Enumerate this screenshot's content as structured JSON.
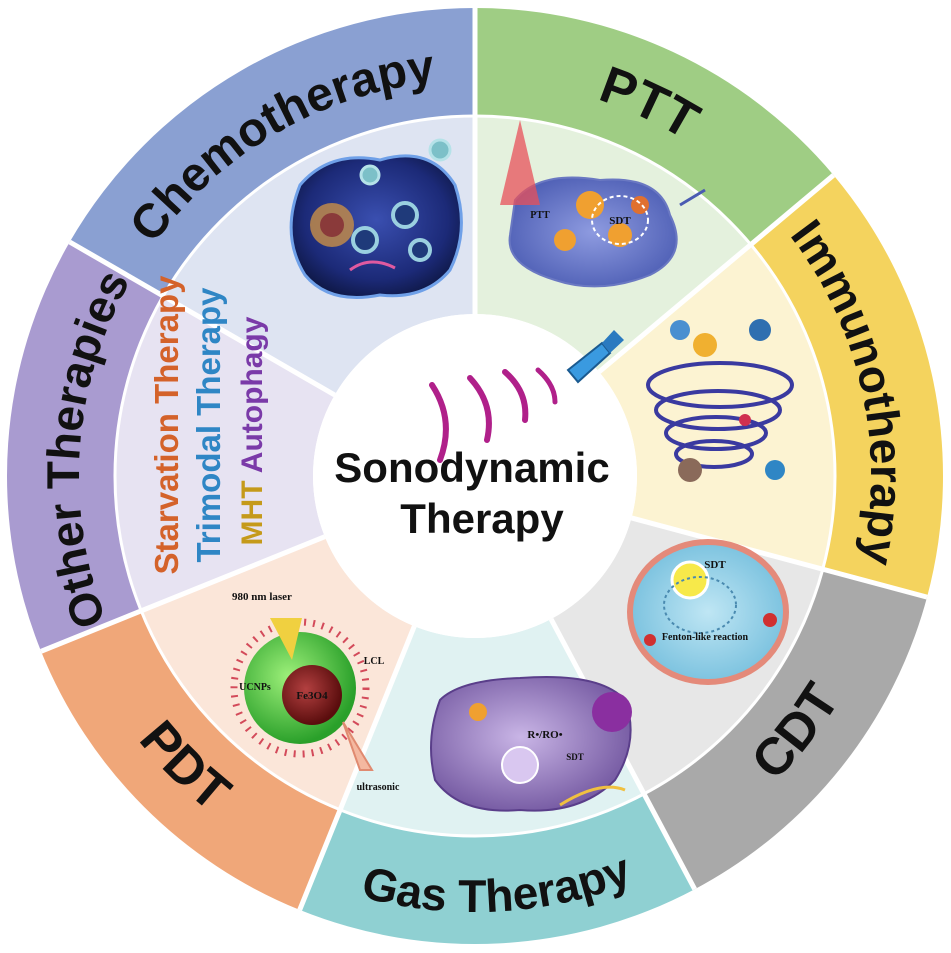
{
  "center": {
    "line1": "Sonodynamic",
    "line2": "Therapy"
  },
  "segments": {
    "chemotherapy": {
      "label": "Chemotherapy",
      "color": "#8aa0d2"
    },
    "ptt": {
      "label": "PTT",
      "color": "#9fcd84"
    },
    "immunotherapy": {
      "label": "Immunotherapy",
      "color": "#f4d35e"
    },
    "cdt": {
      "label": "CDT",
      "color": "#a9a9a9"
    },
    "gas_therapy": {
      "label": "Gas Therapy",
      "color": "#8fd0d2"
    },
    "pdt": {
      "label": "PDT",
      "color": "#f0a779"
    },
    "other_therapies": {
      "label": "Other Therapies",
      "color": "#a99bd0",
      "items": [
        {
          "text": "Starvation Therapy",
          "color": "#d4622a"
        },
        {
          "text": "Trimodal Therapy",
          "color": "#2f86c5"
        },
        {
          "text": "MHT",
          "color": "#c59a1a"
        },
        {
          "text": "Autophagy",
          "color": "#7a3aa8"
        }
      ]
    }
  },
  "illustrations": {
    "pdt": {
      "laser": "980 nm laser",
      "core": "Fe3O4",
      "ucnp": "UCNPs",
      "lcl": "LCL",
      "ultrasonic": "ultrasonic"
    },
    "ptt": {
      "sdt": "SDT",
      "ptt": "PTT"
    },
    "cdt": {
      "sdt": "SDT",
      "reaction": "Fenton-like reaction"
    },
    "gas": {
      "ros": "R•/RO•",
      "sdt": "SDT"
    }
  }
}
